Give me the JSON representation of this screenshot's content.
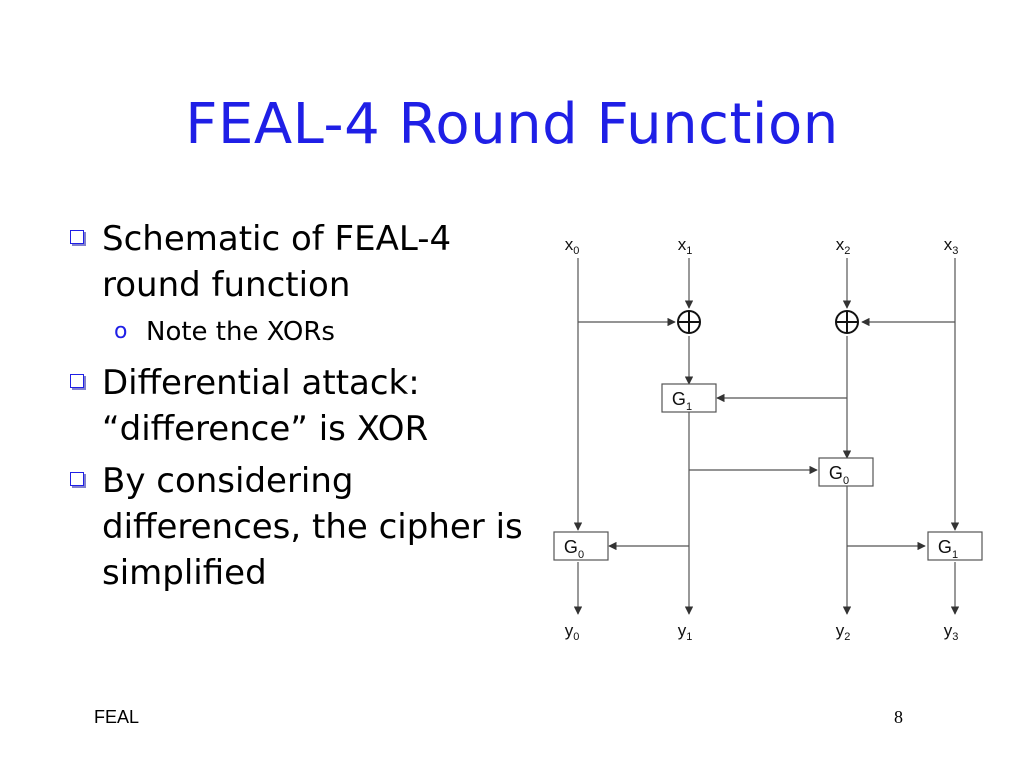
{
  "title": "FEAL-4 Round Function",
  "bullets": [
    {
      "text": "Schematic of FEAL-4 round function",
      "sub": [
        "Note the XORs"
      ]
    },
    {
      "text": "Differential attack: “difference” is XOR",
      "sub": []
    },
    {
      "text": "By considering differences, the cipher is simplified",
      "sub": []
    }
  ],
  "sub_marker": "o",
  "diagram": {
    "inputs": [
      {
        "base": "x",
        "sub": "0"
      },
      {
        "base": "x",
        "sub": "1"
      },
      {
        "base": "x",
        "sub": "2"
      },
      {
        "base": "x",
        "sub": "3"
      }
    ],
    "outputs": [
      {
        "base": "y",
        "sub": "0"
      },
      {
        "base": "y",
        "sub": "1"
      },
      {
        "base": "y",
        "sub": "2"
      },
      {
        "base": "y",
        "sub": "3"
      }
    ],
    "boxes": {
      "g1_top": {
        "base": "G",
        "sub": "1"
      },
      "g0_mid": {
        "base": "G",
        "sub": "0"
      },
      "g0_bottom": {
        "base": "G",
        "sub": "0"
      },
      "g1_bottom": {
        "base": "G",
        "sub": "1"
      }
    }
  },
  "footer": {
    "label": "FEAL",
    "page": "8"
  }
}
